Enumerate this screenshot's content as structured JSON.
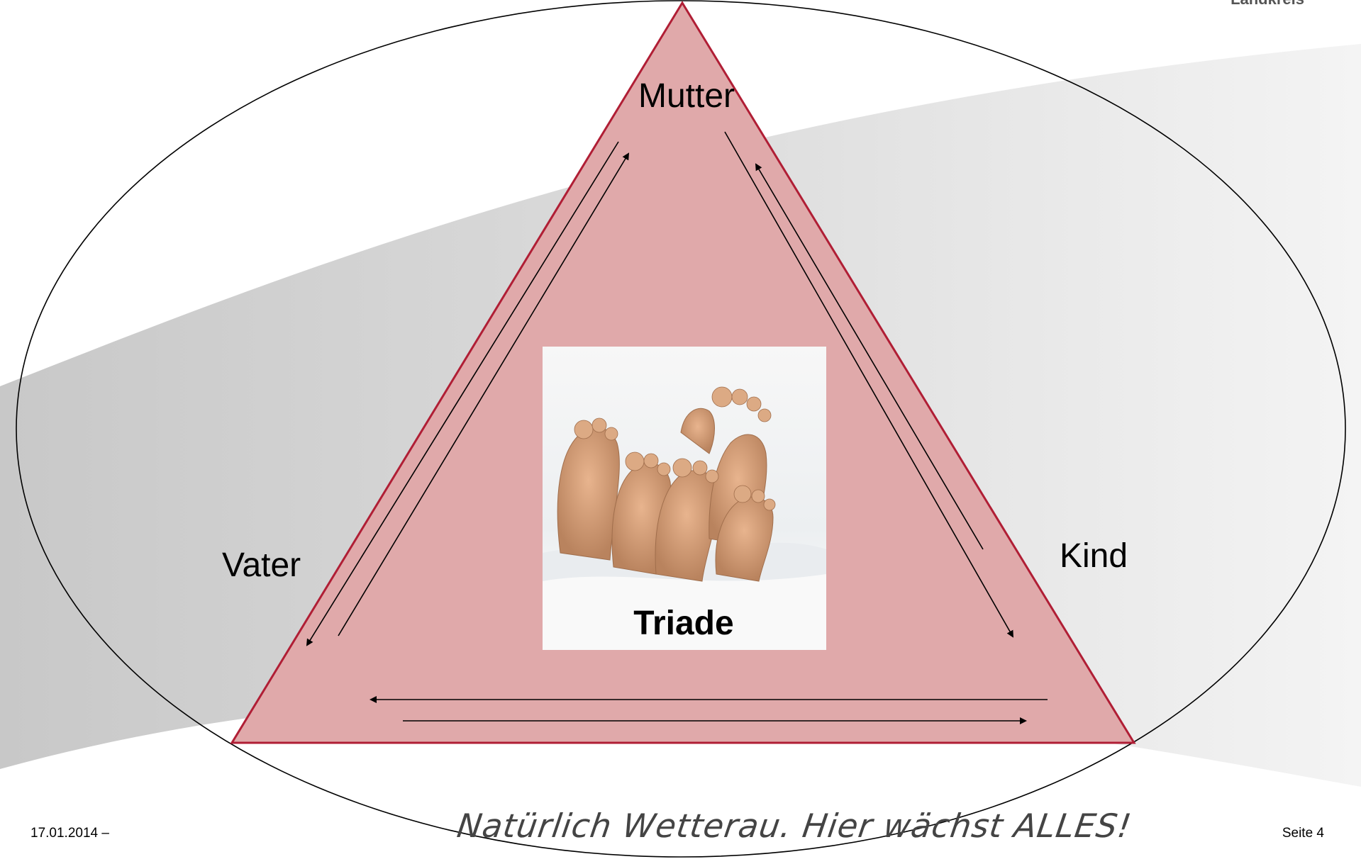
{
  "header": {
    "brand_fragment": "Landkreis"
  },
  "diagram": {
    "nodes": {
      "top": "Mutter",
      "left": "Vater",
      "right": "Kind"
    },
    "center_label": "Triade",
    "center_image": "feet-photo",
    "colors": {
      "triangle_fill": "#E0A9AA",
      "triangle_stroke": "#B01E35",
      "ellipse_stroke": "#000000",
      "arrow": "#000000",
      "background_swoosh": "#D9D9D9"
    }
  },
  "footer": {
    "date": "17.01.2014 –",
    "slogan": "Natürlich Wetterau. Hier wächst ALLES!",
    "page": "Seite 4"
  }
}
